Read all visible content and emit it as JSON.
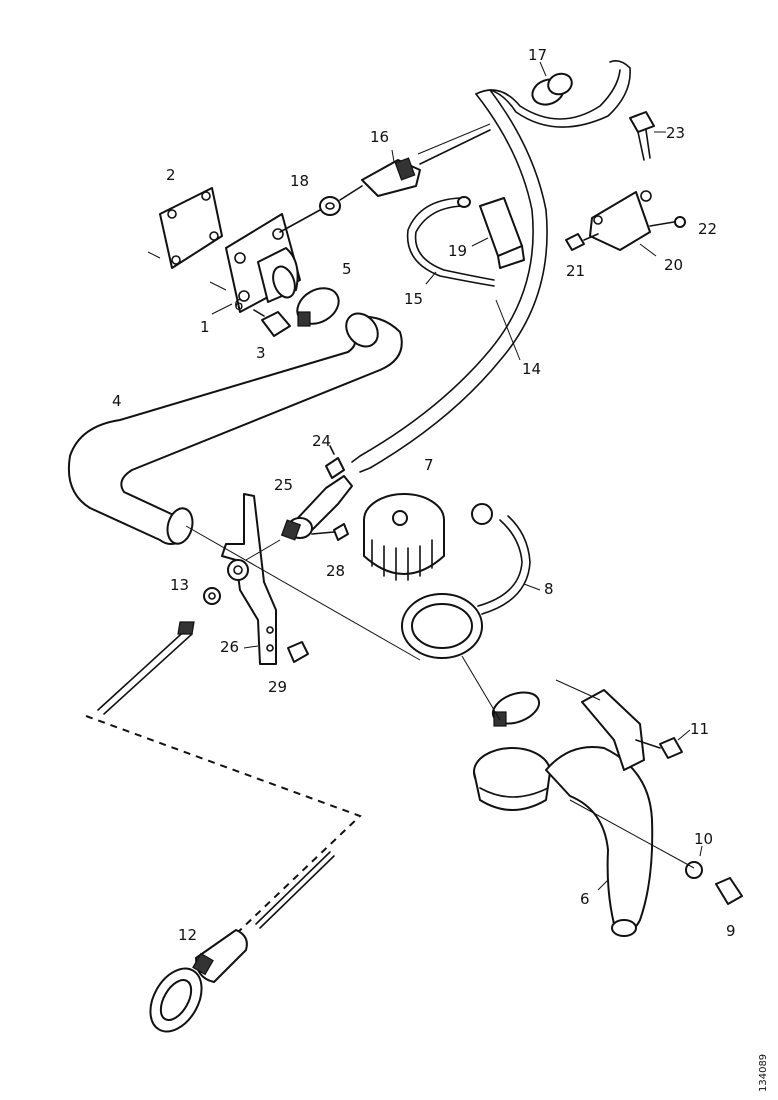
{
  "figure": {
    "reference_number": "134089",
    "callouts": [
      {
        "id": "c1",
        "label": "1"
      },
      {
        "id": "c2",
        "label": "2"
      },
      {
        "id": "c3",
        "label": "3"
      },
      {
        "id": "c4",
        "label": "4"
      },
      {
        "id": "c5",
        "label": "5"
      },
      {
        "id": "c6a",
        "label": "6"
      },
      {
        "id": "c6b",
        "label": "6"
      },
      {
        "id": "c7",
        "label": "7"
      },
      {
        "id": "c8",
        "label": "8"
      },
      {
        "id": "c9",
        "label": "9"
      },
      {
        "id": "c10",
        "label": "10"
      },
      {
        "id": "c11",
        "label": "11"
      },
      {
        "id": "c12",
        "label": "12"
      },
      {
        "id": "c13",
        "label": "13"
      },
      {
        "id": "c14",
        "label": "14"
      },
      {
        "id": "c15",
        "label": "15"
      },
      {
        "id": "c16",
        "label": "16"
      },
      {
        "id": "c17",
        "label": "17"
      },
      {
        "id": "c18",
        "label": "18"
      },
      {
        "id": "c19",
        "label": "19"
      },
      {
        "id": "c20",
        "label": "20"
      },
      {
        "id": "c21",
        "label": "21"
      },
      {
        "id": "c22",
        "label": "22"
      },
      {
        "id": "c23",
        "label": "23"
      },
      {
        "id": "c24",
        "label": "24"
      },
      {
        "id": "c25",
        "label": "25"
      },
      {
        "id": "c26",
        "label": "26"
      },
      {
        "id": "c28",
        "label": "28"
      },
      {
        "id": "c29",
        "label": "29"
      }
    ]
  }
}
